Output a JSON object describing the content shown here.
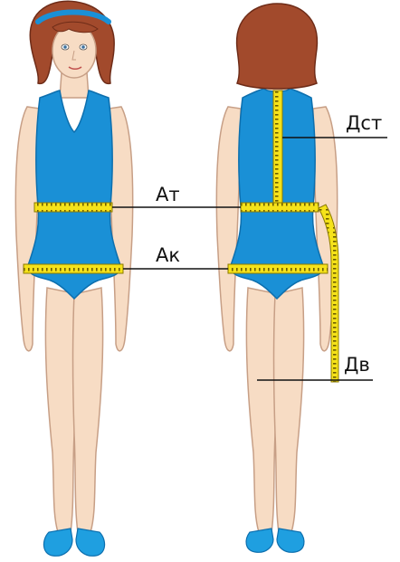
{
  "labels": {
    "dst": "Дст",
    "at": "Ат",
    "ak": "Ак",
    "dv": "Дв"
  },
  "colors": {
    "garment": "#1a90d6",
    "garment_stroke": "#0d6fae",
    "skin": "#f7dcc4",
    "skin_stroke": "#c79f86",
    "hair": "#a24a2c",
    "hair_stroke": "#6e2c18",
    "tape": "#f5e21a",
    "tape_stroke": "#8b7a00",
    "headband": "#1a90d6",
    "shoe": "#1f9fe0",
    "line": "#111111"
  }
}
